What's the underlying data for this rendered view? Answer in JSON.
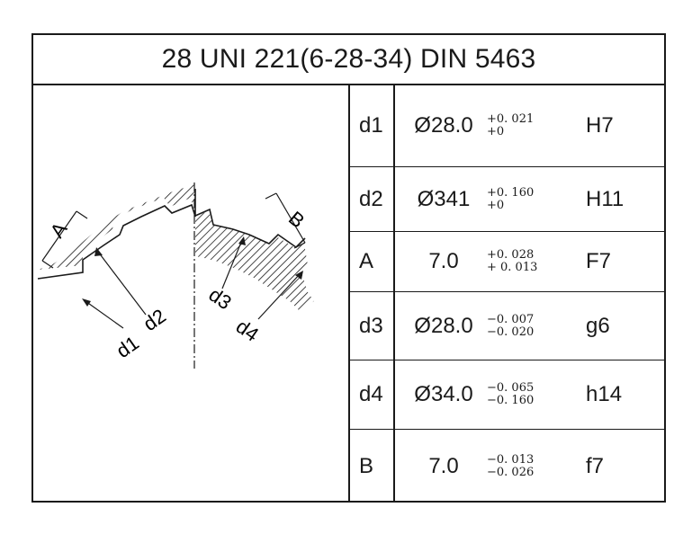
{
  "title": "28 UNI 221(6-28-34) DIN 5463",
  "drawing": {
    "labels": {
      "A": "A",
      "B": "B",
      "d1": "d1",
      "d2": "d2",
      "d3": "d3",
      "d4": "d4"
    }
  },
  "table": {
    "rows": [
      {
        "symbol": "d1",
        "nominal": "Ø28.0",
        "upper": "+0. 021",
        "lower": "+0",
        "fit": "H7"
      },
      {
        "symbol": "d2",
        "nominal": "Ø341",
        "upper": "+0. 160",
        "lower": "+0",
        "fit": "H11"
      },
      {
        "symbol": "A",
        "nominal": "7.0",
        "upper": "+0. 028",
        "lower": "+ 0. 013",
        "fit": "F7"
      },
      {
        "symbol": "d3",
        "nominal": "Ø28.0",
        "upper": "−0. 007",
        "lower": "−0. 020",
        "fit": "g6"
      },
      {
        "symbol": "d4",
        "nominal": "Ø34.0",
        "upper": "−0. 065",
        "lower": "−0. 160",
        "fit": "h14"
      },
      {
        "symbol": "B",
        "nominal": "7.0",
        "upper": "−0. 013",
        "lower": "−0. 026",
        "fit": "f7"
      }
    ]
  }
}
